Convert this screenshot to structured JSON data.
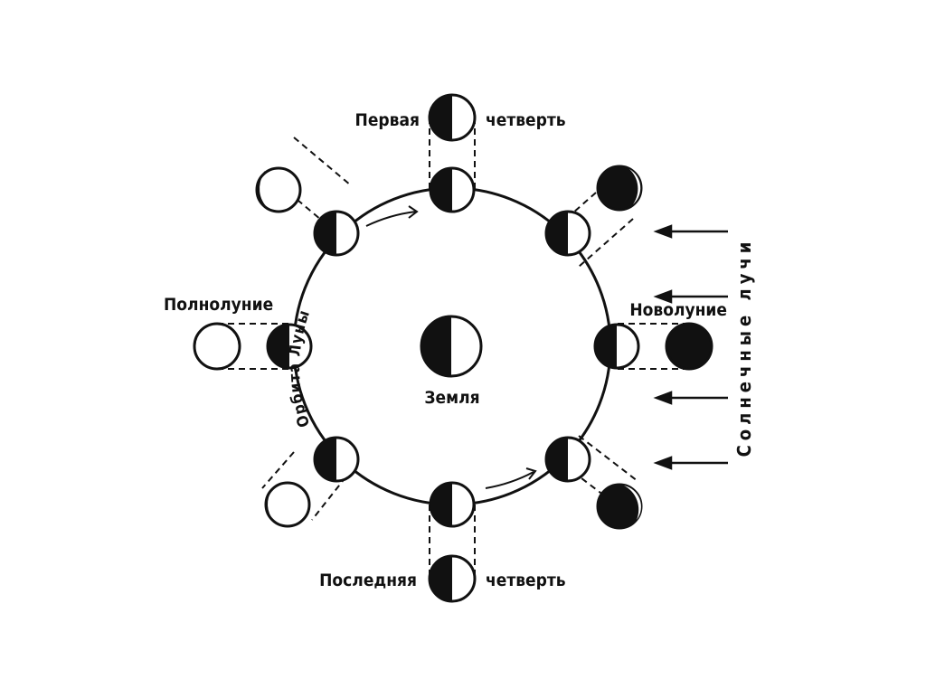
{
  "labels": {
    "first_quarter_left": "Первая",
    "first_quarter_right": "четверть",
    "last_quarter_left": "Последняя",
    "last_quarter_right": "четверть",
    "full_moon": "Полнолуние",
    "new_moon": "Новолуние",
    "earth": "Земля",
    "sun_rays": "Солнечные лучи",
    "orbit": "Орбита Луны"
  },
  "colors": {
    "ink": "#111111",
    "paper": "#ffffff"
  }
}
